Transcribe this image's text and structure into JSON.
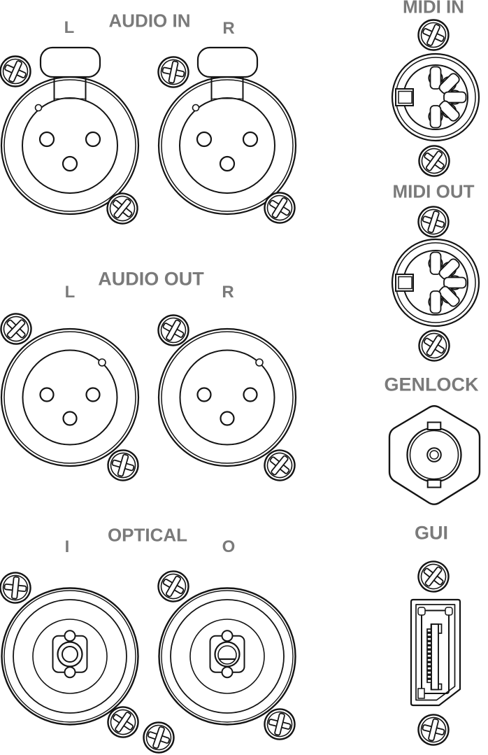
{
  "colors": {
    "background": "#ffffff",
    "line": "#141414",
    "label": "#7a7a7a"
  },
  "sections": {
    "audio_in": {
      "title": "AUDIO IN",
      "left": "L",
      "right": "R"
    },
    "audio_out": {
      "title": "AUDIO OUT",
      "left": "L",
      "right": "R"
    },
    "optical": {
      "title": "OPTICAL",
      "left": "I",
      "right": "O"
    },
    "midi_in": {
      "title": "MIDI IN"
    },
    "midi_out": {
      "title": "MIDI OUT"
    },
    "genlock": {
      "title": "GENLOCK"
    },
    "gui": {
      "title": "GUI"
    }
  }
}
